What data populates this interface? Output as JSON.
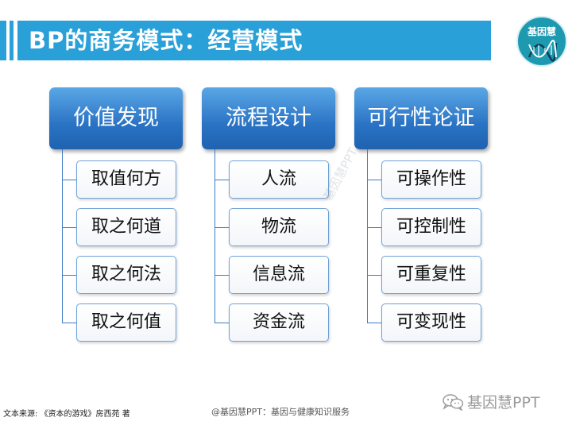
{
  "title": "BP的商务模式：经营模式",
  "logo": {
    "text": "基因慧",
    "icon": "dna-icon",
    "color": "#1e9ab0"
  },
  "accent_color": "#29a0d8",
  "columns": [
    {
      "header": "价值发现",
      "items": [
        "取值何方",
        "取之何道",
        "取之何法",
        "取之何值"
      ]
    },
    {
      "header": "流程设计",
      "items": [
        "人流",
        "物流",
        "信息流",
        "资金流"
      ]
    },
    {
      "header": "可行性论证",
      "items": [
        "可操作性",
        "可控制性",
        "可重复性",
        "可变现性"
      ]
    }
  ],
  "watermark": "基因慧PPT",
  "footer": {
    "source": "文本来源: 《资本的游戏》房西苑 著",
    "center": "@基因慧PPT：基因与健康知识服务",
    "brand": "基因慧PPT",
    "brand_icon": "wechat-icon"
  }
}
